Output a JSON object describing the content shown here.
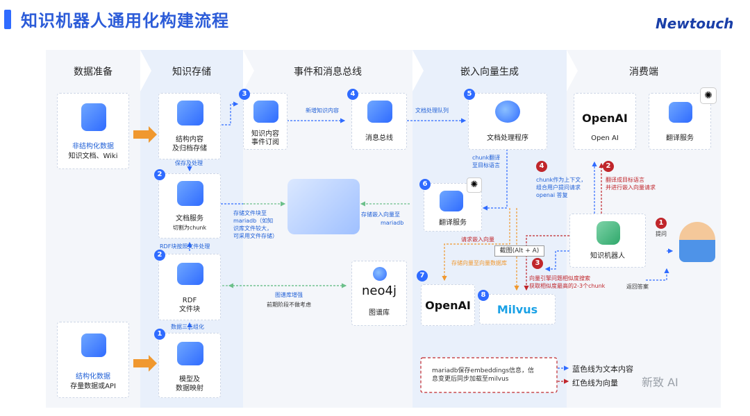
{
  "header": {
    "title": "知识机器人通用化构建流程",
    "logo": "Newtouch"
  },
  "columns": [
    "数据准备",
    "知识存储",
    "事件和消息总线",
    "嵌入向量生成",
    "消费端"
  ],
  "nodes": {
    "unstructured": {
      "title": "非结构化数据",
      "sub": "知识文档、Wiki"
    },
    "structured": {
      "title": "结构化数据",
      "sub": "存量数据或API"
    },
    "struct_store": {
      "line1": "结构内容",
      "line2": "及归档存储"
    },
    "doc_service": {
      "line1": "文档服务",
      "line2": "切割为chunk"
    },
    "rdf_block": {
      "line1": "RDF",
      "line2": "文件块"
    },
    "model_map": {
      "line1": "模型及",
      "line2": "数据映射"
    },
    "event_sub": {
      "line1": "知识内容",
      "line2": "事件订阅"
    },
    "msg_bus": {
      "label": "消息总线"
    },
    "doc_proc": {
      "label": "文档处理程序"
    },
    "translate_left": {
      "label": "翻译服务"
    },
    "openai_left": {
      "brand": "OpenAI"
    },
    "milvus": {
      "brand": "Milvus"
    },
    "neo4j": {
      "brand": "neo4j",
      "label": "图谱库"
    },
    "openai_right": {
      "brand": "OpenAI",
      "label": "Open AI"
    },
    "translate_right": {
      "label": "翻译服务"
    },
    "robot": {
      "label": "知识机器人"
    }
  },
  "annotations": {
    "save_process": "保存及处理",
    "rdf_process": "RDF块按照文件处理",
    "triple": "数据三元组化",
    "new_content": "新增知识内容",
    "doc_queue": "文档处理队列",
    "chunk_translate_1": "chunk翻译",
    "chunk_translate_2": "至目标语言",
    "store_file_1": "存储文件块至",
    "store_file_2": "mariadb（如知",
    "store_file_3": "识库文件较大，",
    "store_file_4": "可采用文件存储）",
    "store_embed_1": "存储嵌入向量至",
    "store_embed_2": "mariadb",
    "graph_enhance": "图谱库增强",
    "graph_note": "前期阶段不做考虑",
    "request_embed": "请求嵌入向量",
    "store_vec_db": "存储向量至向量数据库",
    "screenshot_hint": "截图(Alt + A)",
    "chunk_context_1": "chunk作为上下文，",
    "chunk_context_2": "组合用户提问请求",
    "chunk_context_3": "openai 答复",
    "translate_target_1": "翻译成目标语言",
    "translate_target_2": "并进行嵌入向量请求",
    "vector_search_1": "向量引擎问题相似度搜索",
    "vector_search_2": "获取相似度最高的2-3个chunk",
    "ask": "提问",
    "answer": "返回答案"
  },
  "steps": {
    "n1": "1",
    "n2": "2",
    "n2b": "2",
    "n3": "3",
    "n4": "4",
    "n5": "5",
    "n6": "6",
    "n7": "7",
    "n8": "8",
    "r1": "1",
    "r2": "2",
    "r3": "3",
    "r4": "4"
  },
  "note": {
    "line1": "mariadb保存embeddings信息，信",
    "line2": "息变更后同步加载至milvus"
  },
  "legend": {
    "blue": "蓝色线为文本内容",
    "red": "红色线为向量"
  },
  "watermark": "新致 AI",
  "colors": {
    "blue": "#2f6bff",
    "red": "#c0262b",
    "orange": "#f0982f"
  }
}
